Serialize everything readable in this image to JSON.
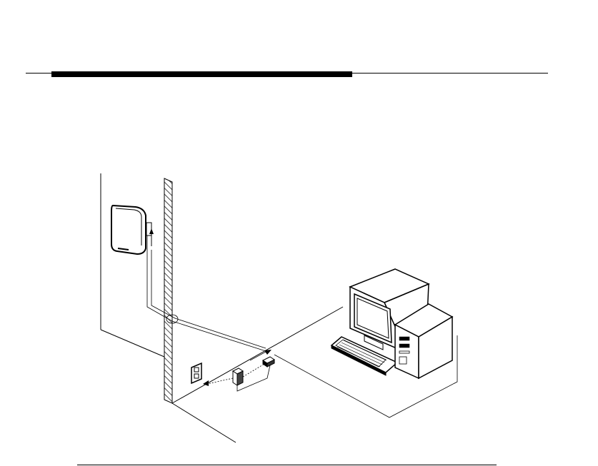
{
  "page": {
    "description_items": [
      "header-rule",
      "installation-diagram",
      "footer-rule"
    ]
  },
  "diagram": {
    "components": [
      "wall-mounted-access-point",
      "power-adapter",
      "wall-outlet",
      "connector-box",
      "desktop-computer",
      "monitor",
      "keyboard",
      "tower"
    ]
  }
}
